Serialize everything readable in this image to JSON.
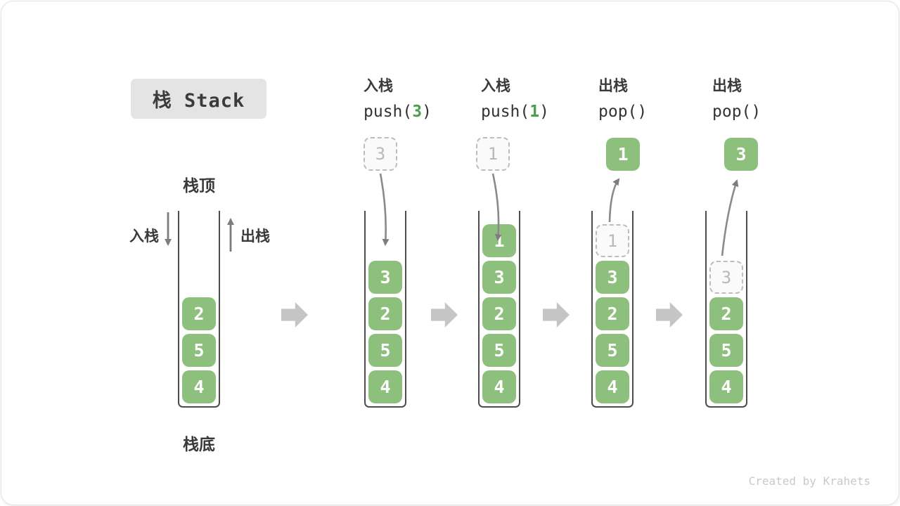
{
  "title": "栈 Stack",
  "watermark": "Created by Krahets",
  "stack_labels": {
    "top": "栈顶",
    "bottom": "栈底",
    "push": "入栈",
    "pop": "出栈"
  },
  "colors": {
    "cell_green": "#8dc07d",
    "code_arg_green": "#4b9f4b",
    "container_stroke": "#4c4c4c",
    "ghost_gray": "#bdbdbd",
    "block_arrow_gray": "#c5c5c5",
    "title_badge_bg": "#e4e4e4"
  },
  "columns": [
    {
      "name": "initial-stack",
      "cells": [
        "2",
        "5",
        "4"
      ]
    },
    {
      "name": "push-3",
      "op": "入栈",
      "code_prefix": "push(",
      "code_arg": "3",
      "code_suffix": ")",
      "floating": "3",
      "cells": [
        "3",
        "2",
        "5",
        "4"
      ]
    },
    {
      "name": "push-1",
      "op": "入栈",
      "code_prefix": "push(",
      "code_arg": "1",
      "code_suffix": ")",
      "floating": "1",
      "cells": [
        "1",
        "3",
        "2",
        "5",
        "4"
      ]
    },
    {
      "name": "pop-1",
      "op": "出栈",
      "code_prefix": "pop()",
      "code_arg": "",
      "code_suffix": "",
      "floating": "1",
      "ghost": "1",
      "cells": [
        "3",
        "2",
        "5",
        "4"
      ]
    },
    {
      "name": "pop-3",
      "op": "出栈",
      "code_prefix": "pop()",
      "code_arg": "",
      "code_suffix": "",
      "floating": "3",
      "ghost": "3",
      "cells": [
        "2",
        "5",
        "4"
      ]
    }
  ]
}
